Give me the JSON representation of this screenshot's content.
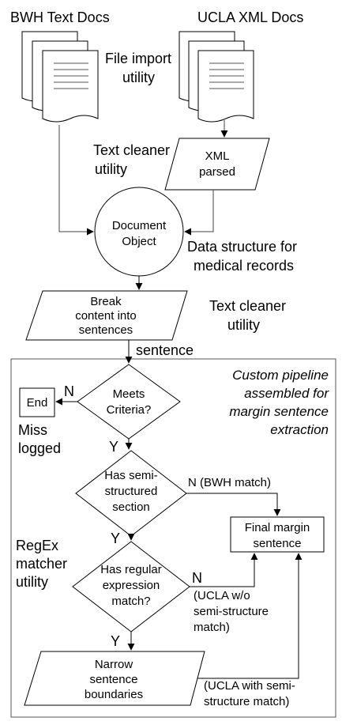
{
  "sources": {
    "bwh_title": "BWH Text Docs",
    "ucla_title": "UCLA XML Docs"
  },
  "labels": {
    "file_import_1": "File import",
    "file_import_2": "utility",
    "text_cleaner_top_1": "Text cleaner",
    "text_cleaner_top_2": "utility",
    "data_structure_1": "Data structure for",
    "data_structure_2": "medical records",
    "text_cleaner_mid_1": "Text cleaner",
    "text_cleaner_mid_2": "utility",
    "sentence": "sentence",
    "pipeline_1": "Custom pipeline",
    "pipeline_2": "assembled for",
    "pipeline_3": "margin sentence",
    "pipeline_4": "extraction",
    "regex_1": "RegEx",
    "regex_2": "matcher",
    "regex_3": "utility",
    "miss_1": "Miss",
    "miss_2": "logged"
  },
  "nodes": {
    "xml_parsed_1": "XML",
    "xml_parsed_2": "parsed",
    "document_object_1": "Document",
    "document_object_2": "Object",
    "break_content_1": "Break",
    "break_content_2": "content into",
    "break_content_3": "sentences",
    "meets_criteria_1": "Meets",
    "meets_criteria_2": "Criteria?",
    "end": "End",
    "has_semi_1": "Has semi-",
    "has_semi_2": "structured",
    "has_semi_3": "section",
    "has_regex_1": "Has regular",
    "has_regex_2": "expression",
    "has_regex_3": "match?",
    "final_margin_1": "Final margin",
    "final_margin_2": "sentence",
    "narrow_1": "Narrow",
    "narrow_2": "sentence",
    "narrow_3": "boundaries"
  },
  "edges": {
    "n1": "N",
    "y1": "Y",
    "n2": "N (BWH match)",
    "y2": "Y",
    "n3": "N",
    "ucla_wo_1": "(UCLA w/o",
    "ucla_wo_2": "semi-structure",
    "ucla_wo_3": "match)",
    "y3": "Y",
    "ucla_with_1": "(UCLA with semi-",
    "ucla_with_2": "structure match)"
  }
}
